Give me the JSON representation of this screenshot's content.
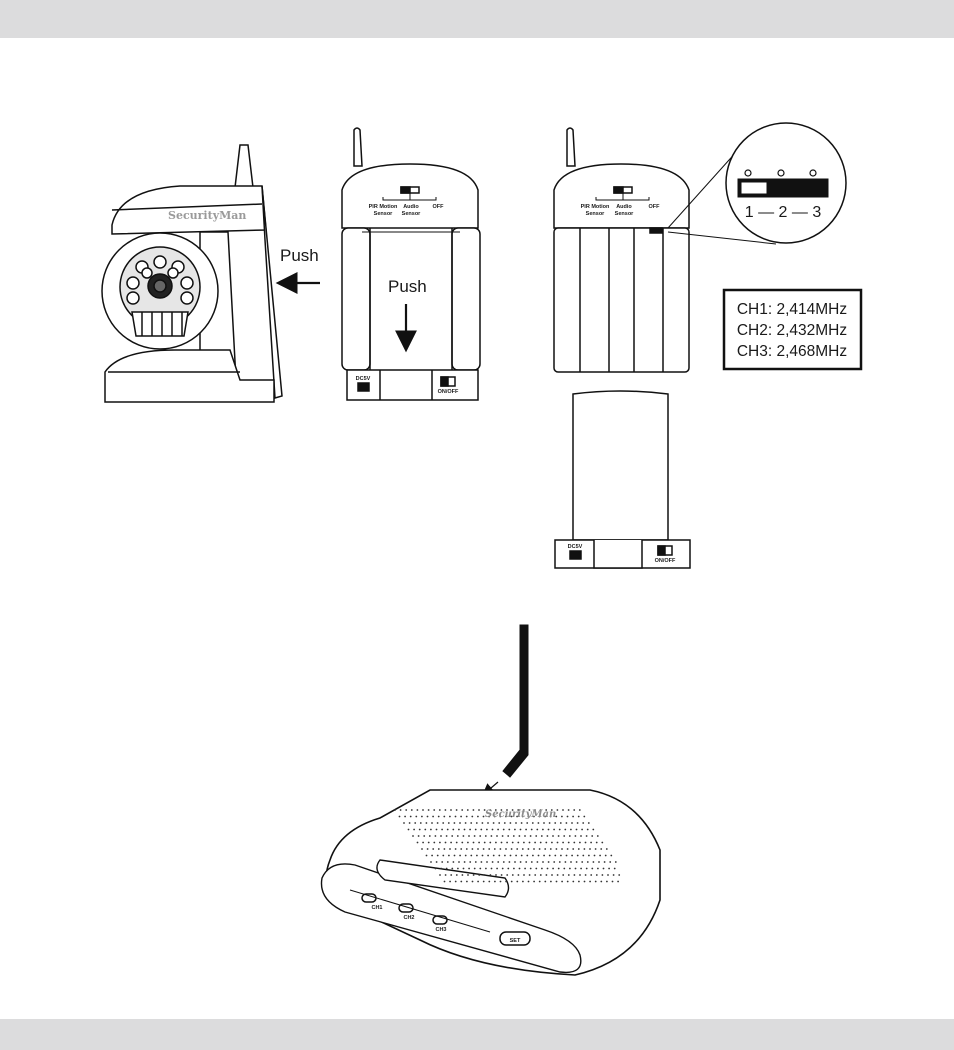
{
  "brand": "SecurityMan",
  "push_left": "Push",
  "push_down": "Push",
  "switch_labels": {
    "pir": [
      "PIR Motion",
      "Sensor"
    ],
    "audio": [
      "Audio",
      "Sensor"
    ],
    "off": "OFF"
  },
  "port_labels": {
    "dc": "DC5V",
    "power": "ON/OFF"
  },
  "channel_scale": "1 — 2 — 3",
  "channels": [
    "CH1: 2,414MHz",
    "CH2: 2,432MHz",
    "CH3: 2,468MHz"
  ],
  "receiver": {
    "leds": [
      "CH1",
      "CH2",
      "CH3"
    ],
    "set_button": "SET"
  }
}
